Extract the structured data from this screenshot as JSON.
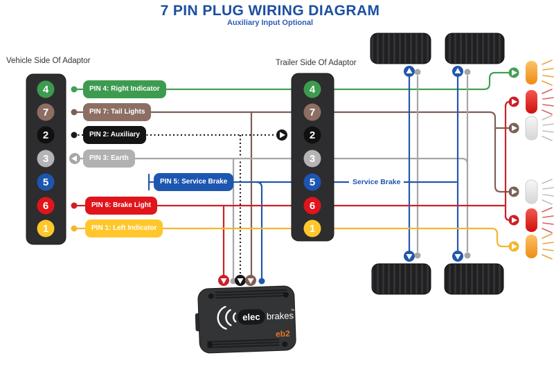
{
  "header": {
    "title": "7 PIN PLUG WIRING DIAGRAM",
    "subtitle": "Auxiliary Input Optional"
  },
  "sides": {
    "vehicle_label": "Vehicle Side Of Adaptor",
    "trailer_label": "Trailer Side Of Adaptor"
  },
  "pin_order": [
    "4",
    "7",
    "2",
    "3",
    "5",
    "6",
    "1"
  ],
  "pin_labels": {
    "pin4": "PIN 4: Right Indicator",
    "pin7": "PIN 7: Tail Lights",
    "pin2": "PIN 2: Auxiliary",
    "pin3": "PIN 3: Earth",
    "pin5": "PIN 5: Service Brake",
    "pin6": "PIN 6: Brake Light",
    "pin1": "PIN 1: Left Indicator"
  },
  "annotations": {
    "service_brake": "Service Brake"
  },
  "device": {
    "brand_elec": "elec",
    "brand_brakes": "brakes",
    "trademark": "™",
    "model": "eb2"
  },
  "colors": {
    "title_blue": "#1c4fa1",
    "subtitle_blue": "#2e5cb8",
    "wire_green": "#449e55",
    "wire_brown": "#7d5f55",
    "wire_black": "#1a1a1a",
    "wire_gray": "#a7a5a6",
    "wire_blue": "#2256ac",
    "wire_red": "#cc2027",
    "wire_yellow": "#f3b72c",
    "box_green": "#3d9b4f",
    "box_brown": "#8d6e63",
    "box_black": "#141414",
    "box_gray": "#b2b0b1",
    "box_blue": "#1d56b0",
    "box_red": "#e0151c",
    "box_yellow": "#ffc72c",
    "connector_body": "#2d2d2f",
    "light_amber": "#f59b23",
    "light_red": "#e8312a",
    "light_white": "#e9e9e9",
    "device_orange": "#e87722"
  }
}
